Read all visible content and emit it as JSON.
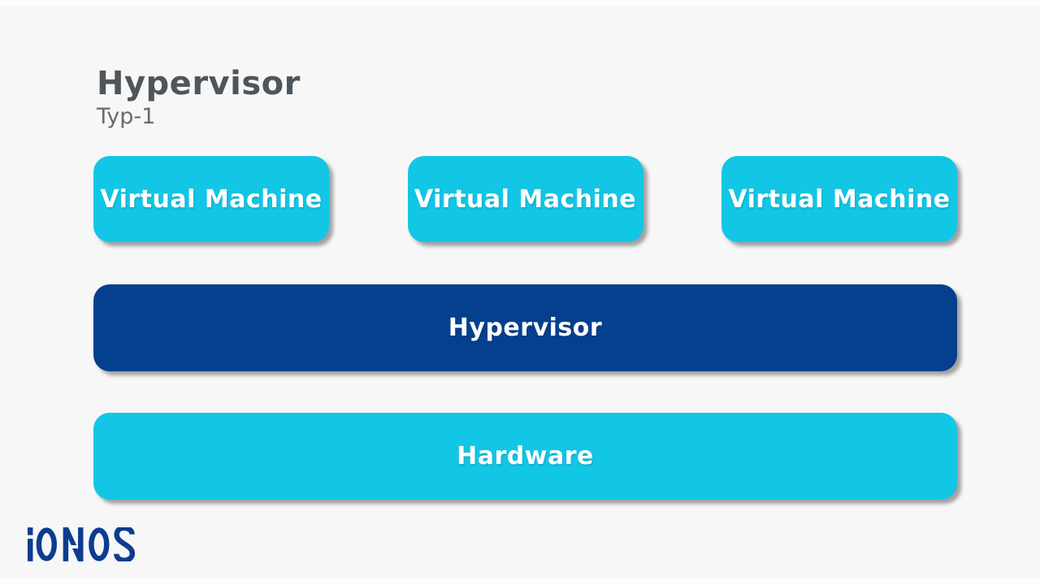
{
  "header": {
    "title": "Hypervisor",
    "subtitle": "Typ-1"
  },
  "diagram": {
    "vm_boxes": [
      {
        "label": "Virtual Machine"
      },
      {
        "label": "Virtual Machine"
      },
      {
        "label": "Virtual Machine"
      }
    ],
    "hypervisor_box": {
      "label": "Hypervisor"
    },
    "hardware_box": {
      "label": "Hardware"
    }
  },
  "footer": {
    "brand": "IONOS"
  },
  "colors": {
    "background": "#f7f7f7",
    "cyan": "#12c6e6",
    "dark_blue": "#04408e",
    "title_text": "#4e565b",
    "subtitle_text": "#666b6e",
    "box_text": "#ffffff",
    "logo_blue": "#0d3c8f"
  }
}
